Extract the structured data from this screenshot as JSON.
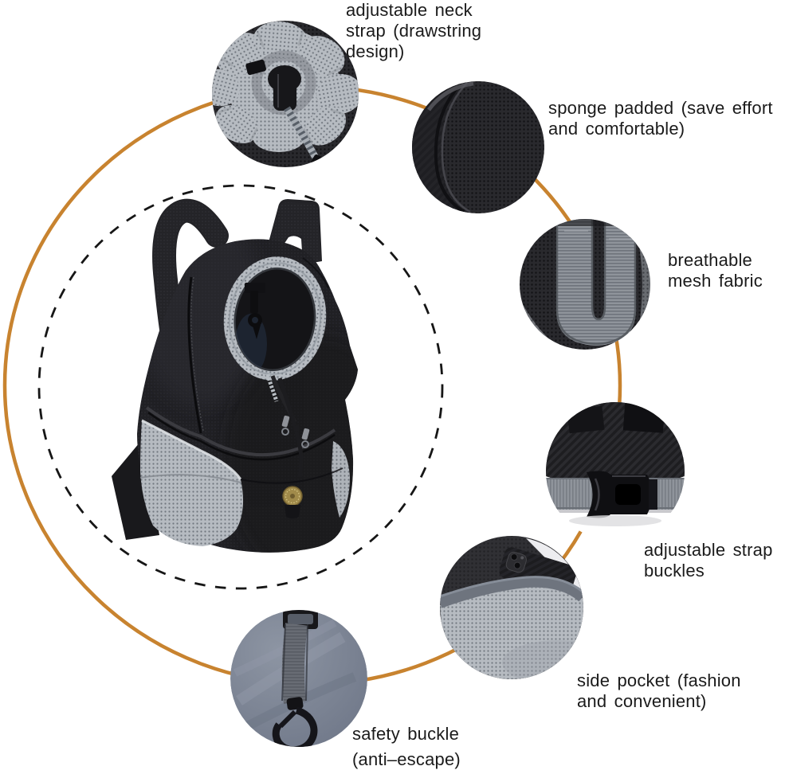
{
  "callouts": [
    {
      "id": "neck-strap",
      "label": "adjustable neck\nstrap (drawstring\ndesign)"
    },
    {
      "id": "sponge-padded",
      "label": "sponge padded (save effort\nand comfortable)"
    },
    {
      "id": "breathable-mesh",
      "label": "breathable\nmesh fabric"
    },
    {
      "id": "strap-buckles",
      "label": "adjustable strap\nbuckles"
    },
    {
      "id": "side-pocket",
      "label": "side pocket (fashion\nand convenient)"
    },
    {
      "id": "safety-buckle",
      "label": "safety buckle\n(anti–escape)"
    }
  ],
  "colors": {
    "ring": "#c8832f",
    "text": "#1b1b1b",
    "bag_black": "#1f1f22",
    "mesh_gray": "#b6bbc1"
  }
}
